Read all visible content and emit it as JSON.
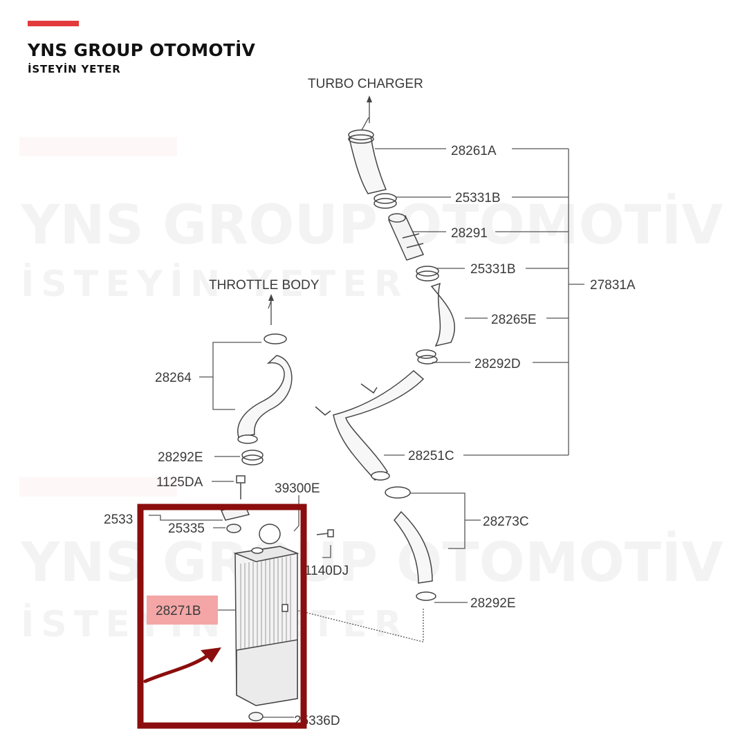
{
  "brand": {
    "name": "YNS GROUP OTOMOTİV",
    "tagline": "İSTEYİN YETER",
    "accent_color": "#e23b3b",
    "frame_color": "#8b0d0d"
  },
  "watermark": {
    "name": "YNS GROUP OTOMOTİV",
    "tagline": "İSTEYİN YETER"
  },
  "diagram": {
    "labels": {
      "turbo_charger": "TURBO CHARGER",
      "throttle_body": "THROTTLE BODY",
      "p28261A": "28261A",
      "p25331B_top": "25331B",
      "p28291": "28291",
      "p25331B_mid": "25331B",
      "p27831A": "27831A",
      "p28265E": "28265E",
      "p28292D": "28292D",
      "p28264": "28264",
      "p28251C": "28251C",
      "p28292E_left": "28292E",
      "p1125DA": "1125DA",
      "p39300E": "39300E",
      "p28273C": "28273C",
      "p2533": "2533",
      "p25335": "25335",
      "p1140DJ": "1140DJ",
      "p28292E_right": "28292E",
      "p28271B": "28271B",
      "p25336D": "25336D"
    },
    "highlighted_part": "28271B",
    "highlight_color": "#f4a6a6"
  }
}
